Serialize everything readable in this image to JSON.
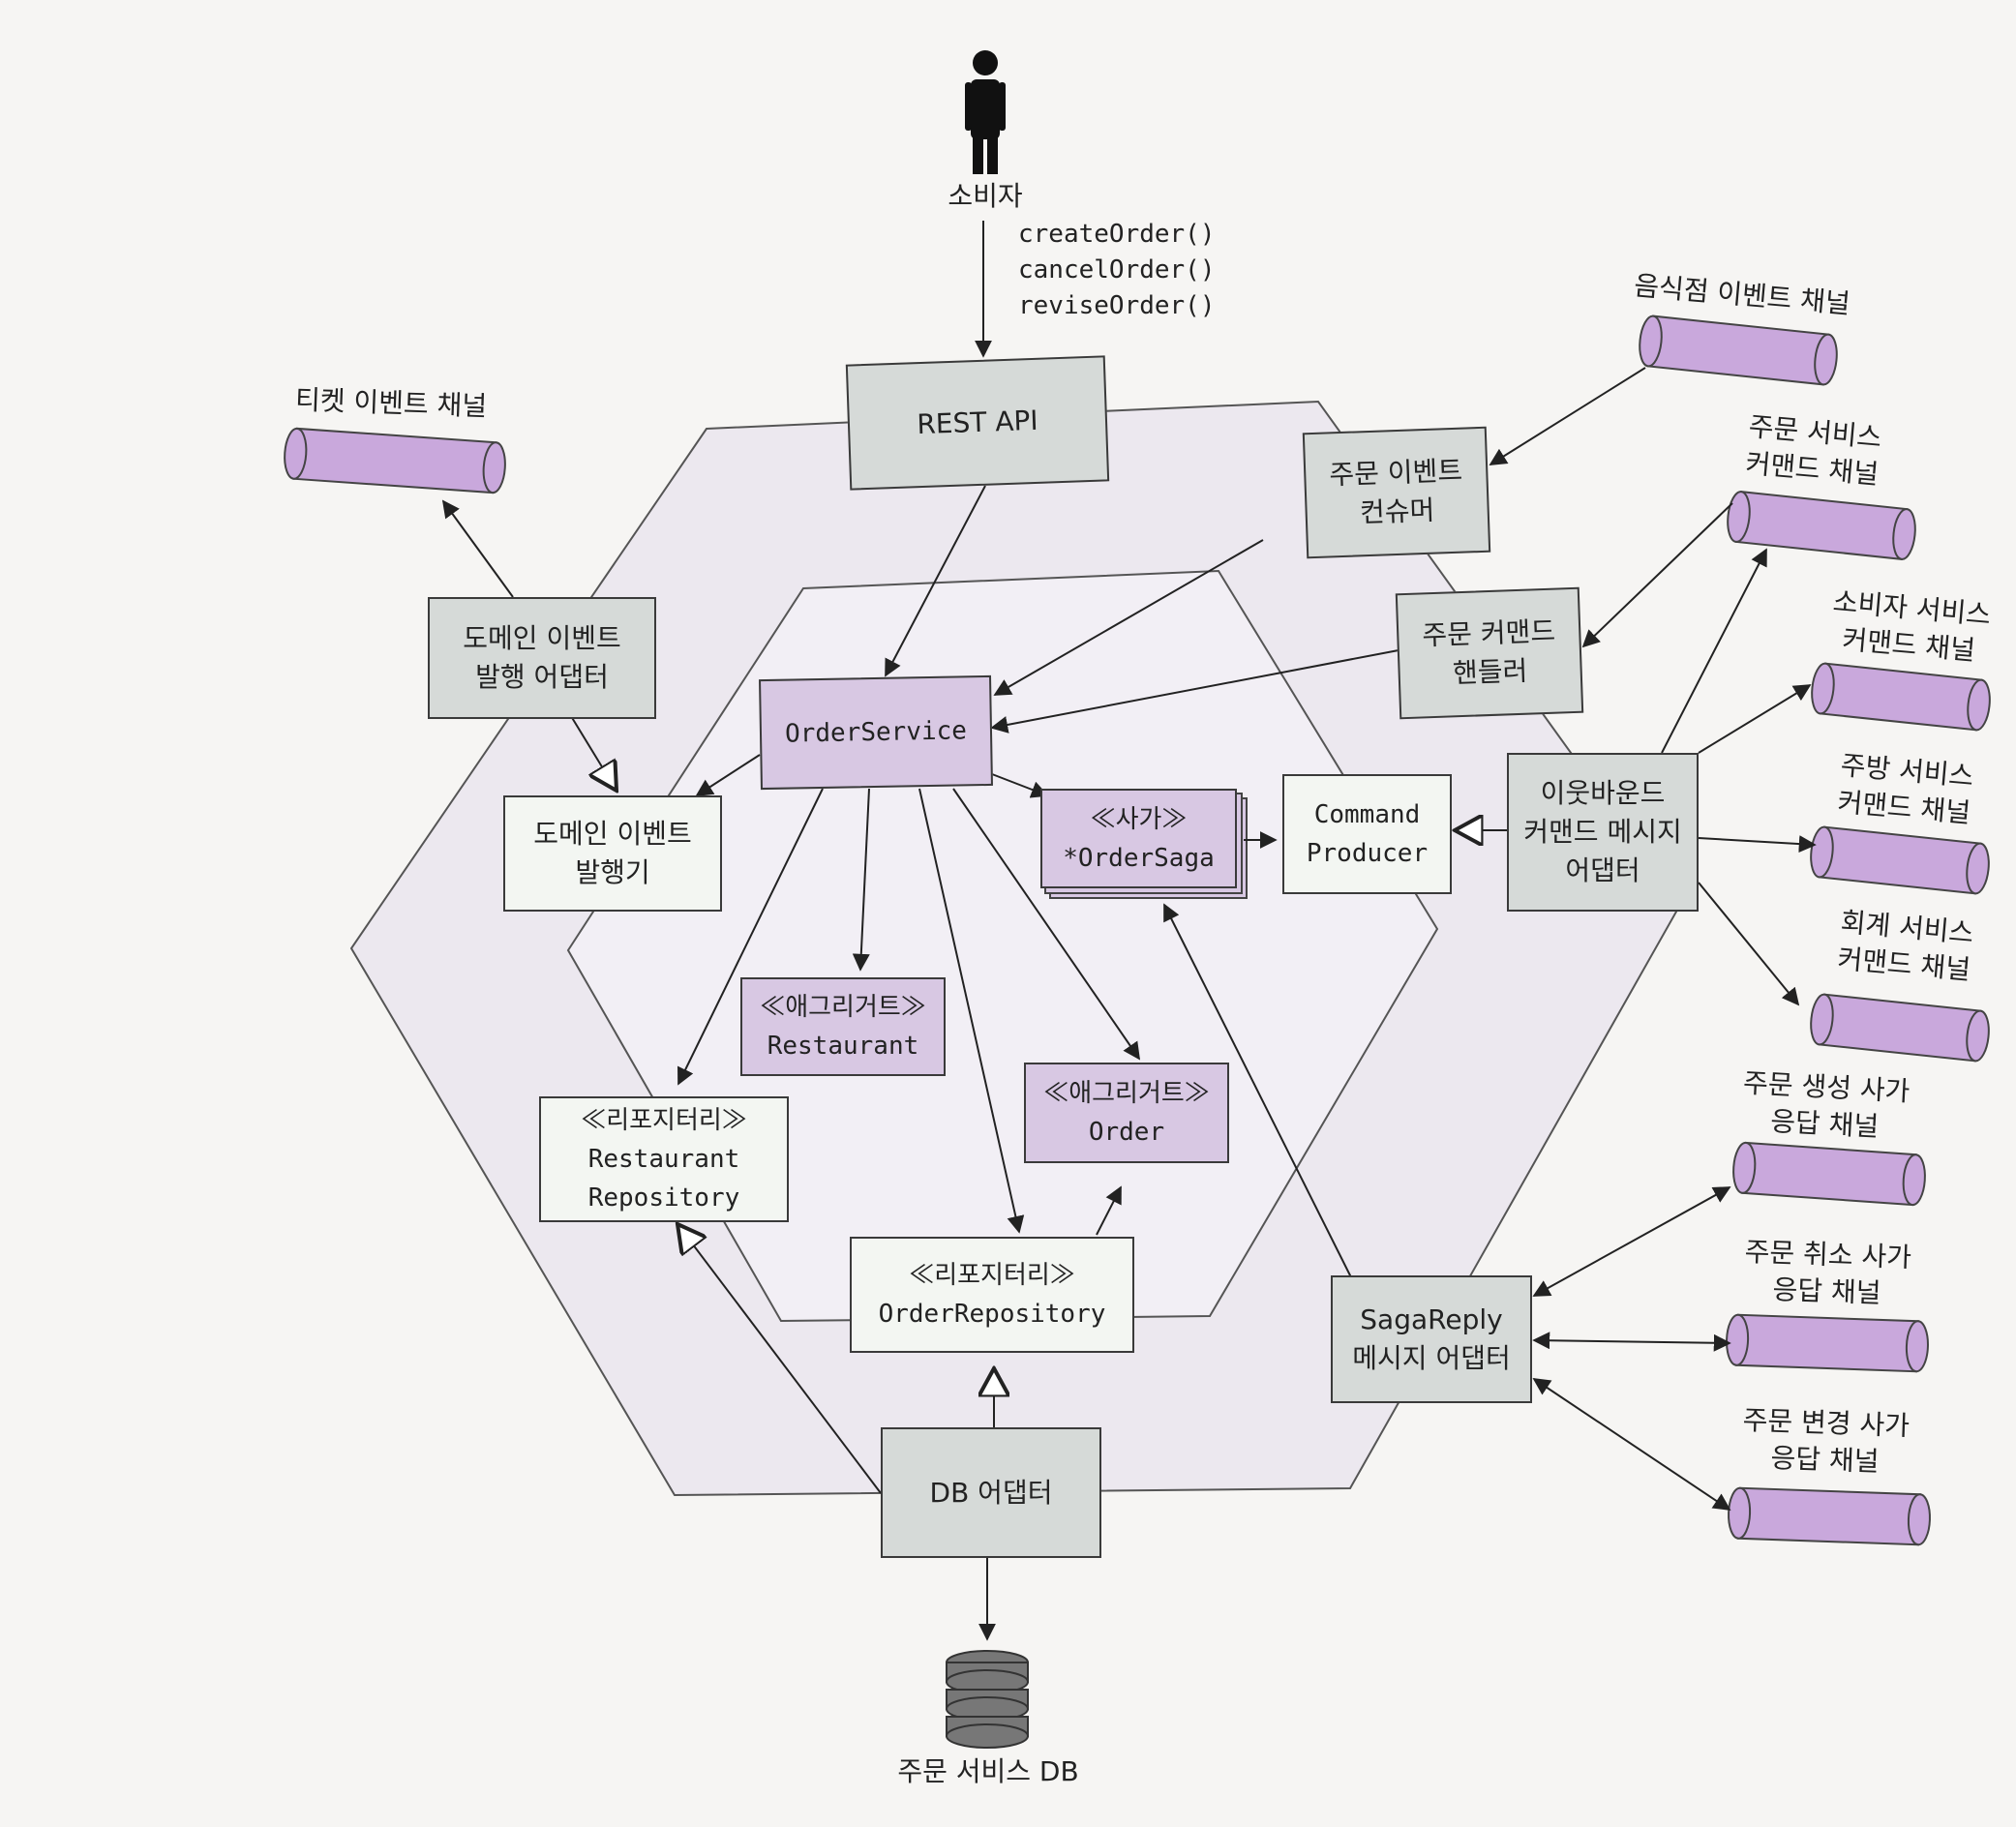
{
  "actor": {
    "label": "소비자",
    "icon": "person-icon"
  },
  "operations": [
    "createOrder()",
    "cancelOrder()",
    "reviseOrder()"
  ],
  "boxes": {
    "rest_api": [
      "REST API"
    ],
    "order_event_consumer": [
      "주문 이벤트",
      "컨슈머"
    ],
    "order_command_handler": [
      "주문 커맨드",
      "핸들러"
    ],
    "domain_event_adapter": [
      "도메인 이벤트",
      "발행 어댑터"
    ],
    "domain_event_publisher": [
      "도메인 이벤트",
      "발행기"
    ],
    "order_service": [
      "OrderService"
    ],
    "saga": [
      "≪사가≫",
      "*OrderSaga"
    ],
    "command_producer": [
      "Command",
      "Producer"
    ],
    "outbound_adapter": [
      "이웃바운드",
      "커맨드 메시지",
      "어댑터"
    ],
    "restaurant_aggregate": [
      "≪애그리거트≫",
      "Restaurant"
    ],
    "order_aggregate": [
      "≪애그리거트≫",
      "Order"
    ],
    "restaurant_repository": [
      "≪리포지터리≫",
      "Restaurant",
      "Repository"
    ],
    "order_repository": [
      "≪리포지터리≫",
      "OrderRepository"
    ],
    "saga_reply_adapter": [
      "SagaReply",
      "메시지 어댑터"
    ],
    "db_adapter": [
      "DB 어댑터"
    ]
  },
  "channels": {
    "ticket_event": [
      "티켓 이벤트 채널"
    ],
    "restaurant_event": [
      "음식점 이벤트 채널"
    ],
    "order_service_command": [
      "주문 서비스",
      "커맨드 채널"
    ],
    "consumer_service_command": [
      "소비자 서비스",
      "커맨드 채널"
    ],
    "kitchen_service_command": [
      "주방 서비스",
      "커맨드 채널"
    ],
    "accounting_service_command": [
      "회계 서비스",
      "커맨드 채널"
    ],
    "create_order_saga_reply": [
      "주문 생성 사가",
      "응답 채널"
    ],
    "cancel_order_saga_reply": [
      "주문 취소 사가",
      "응답 채널"
    ],
    "revise_order_saga_reply": [
      "주문 변경 사가",
      "응답 채널"
    ]
  },
  "database": {
    "label": "주문 서비스 DB",
    "icon": "database-icon"
  },
  "colors": {
    "hexagon": "#ece8ef",
    "channel": "#c9a8dc",
    "gray_box": "#d6dad8",
    "purple_box": "#d8c8e3"
  }
}
